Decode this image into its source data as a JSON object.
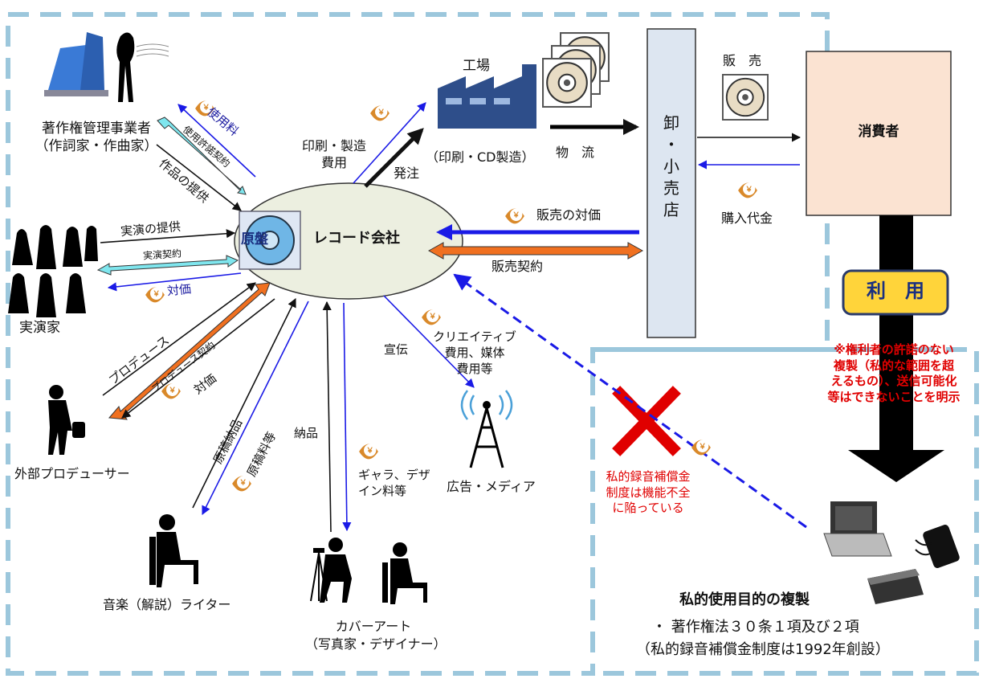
{
  "nodes": {
    "rights_org": {
      "label": "著作権管理事業者",
      "sub": "（作詞家・作曲家）"
    },
    "performers": {
      "label": "実演家"
    },
    "producer": {
      "label": "外部プロデューサー"
    },
    "writer": {
      "label": "音楽（解説）ライター"
    },
    "cover_art": {
      "label": "カバーアート",
      "sub": "（写真家・デザイナー）"
    },
    "media": {
      "label": "広告・メディア"
    },
    "factory": {
      "label": "工場",
      "sub": "（印刷・CD製造）"
    },
    "record_company": {
      "label": "レコード会社",
      "master": "原盤"
    },
    "retailer": {
      "chars": [
        "卸",
        "・",
        "小",
        "売",
        "店"
      ]
    },
    "consumer": {
      "label": "消費者"
    },
    "use_badge": {
      "label": "利　用"
    },
    "private_copy": {
      "title": "私的使用目的の複製",
      "line1": "・ 著作権法３０条１項及び２項",
      "line2": "（私的録音補償金制度は1992年創設）"
    }
  },
  "edges": {
    "usage_fee": "使用料",
    "license_contract": "使用許諾契約",
    "work_provision": "作品の提供",
    "performance_provision": "実演の提供",
    "performance_contract": "実演契約",
    "consideration": "対価",
    "produce": "プロデュース",
    "produce_contract": "プロデュース契約",
    "produce_consideration": "対価",
    "manuscript_delivery": "原稿納品",
    "manuscript_fee": "原稿料等",
    "delivery": "納品",
    "gara_line1": "ギャラ、デザ",
    "gara_line2": "イン料等",
    "advertising": "宣伝",
    "creative_line1": "クリエイティブ",
    "creative_line2": "費用、媒体",
    "creative_line3": "費用等",
    "print_cost_line1": "印刷・製造",
    "print_cost_line2": "費用",
    "order": "発注",
    "logistics": "物　流",
    "sales": "販　売",
    "sales_consideration": "販売の対価",
    "sales_contract": "販売契約",
    "purchase_price": "購入代金"
  },
  "notes": {
    "rights_note": [
      "※権利者の許諾のない",
      "複製（私的な範囲を超",
      "えるもの）、送信可能化",
      "等はできないことを明示"
    ],
    "levy_note": [
      "私的録音補償金",
      "制度は機能不全",
      "に陥っている"
    ]
  },
  "icons": {
    "yen": "￥"
  },
  "colors": {
    "blue_arrow": "#1a1ae6",
    "cyan_arrow": "#7fe6ee",
    "orange_arrow": "#f07020",
    "yen_coin": "#d9892a",
    "dashed_frame": "#9cc7dc",
    "consumer_box": "#fbe3d2",
    "retailer_box": "#dde6f1",
    "ellipse_fill": "#ecefe0",
    "red_note": "#e00000",
    "badge_fill": "#ffd43a"
  }
}
